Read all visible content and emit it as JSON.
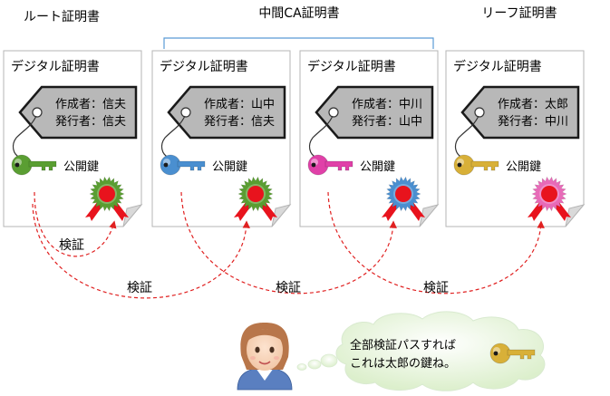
{
  "headers": {
    "root": "ルート証明書",
    "intermediate": "中間CA証明書",
    "leaf": "リーフ証明書"
  },
  "certificates": [
    {
      "title": "デジタル証明書",
      "creator": "作成者：信夫",
      "issuer": "発行者：信夫",
      "public_key": "公開鍵",
      "key_color": "#5a9e32",
      "seal_outer": "#5a9e32"
    },
    {
      "title": "デジタル証明書",
      "creator": "作成者：山中",
      "issuer": "発行者：信夫",
      "public_key": "公開鍵",
      "key_color": "#4a8fd0",
      "seal_outer": "#5a9e32"
    },
    {
      "title": "デジタル証明書",
      "creator": "作成者：中川",
      "issuer": "発行者：山中",
      "public_key": "公開鍵",
      "key_color": "#e040a8",
      "seal_outer": "#4a8fd0"
    },
    {
      "title": "デジタル証明書",
      "creator": "作成者：太郎",
      "issuer": "発行者：中川",
      "public_key": "公開鍵",
      "key_color": "#d8b038",
      "seal_outer": "#e86ab8"
    }
  ],
  "verify_labels": [
    "検証",
    "検証",
    "検証",
    "検証"
  ],
  "thought_bubble": {
    "line1": "全部検証パスすれば",
    "line2": "これは太郎の鍵ね。"
  },
  "colors": {
    "brace": "#5b9bd5",
    "arrow": "#e02020",
    "tag_fill": "#b8b8b8",
    "seal_center": "#e8131d",
    "ribbon": "#e8131d",
    "bubble_fill": "#ebf5e0"
  }
}
